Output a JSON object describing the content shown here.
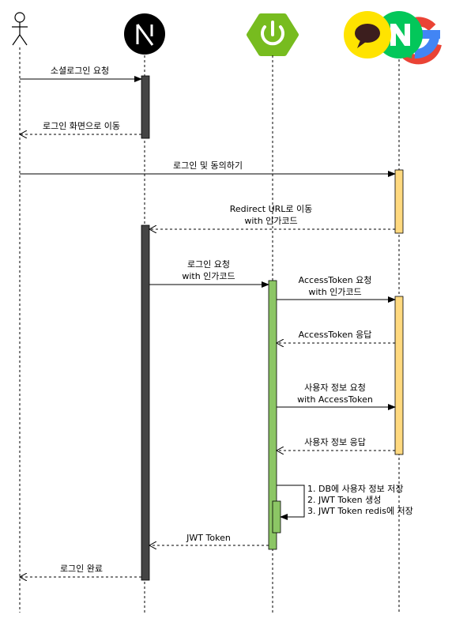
{
  "participants": [
    {
      "id": "user",
      "icon": "stick-figure-actor-icon"
    },
    {
      "id": "frontend",
      "icon": "nextjs-logo-icon"
    },
    {
      "id": "backend",
      "icon": "spring-power-logo-icon"
    },
    {
      "id": "oauth",
      "icon": "kakao-naver-google-logos-icon"
    }
  ],
  "colors": {
    "frontend_activation": "#444444",
    "backend_activation": "#8cc665",
    "oauth_activation": "#ffd97f",
    "kakao": "#ffe300",
    "naver": "#03c75a",
    "spring": "#77bc1f"
  },
  "messages": {
    "m1": "소셜로그인 요청",
    "m2": "로그인 화면으로 이동",
    "m3": "로그인 및 동의하기",
    "m4_line1": "Redirect URL로 이동",
    "m4_line2": "with 인가코드",
    "m5_line1": "로그인 요청",
    "m5_line2": "with 인가코드",
    "m6_line1": "AccessToken 요청",
    "m6_line2": "with 인가코드",
    "m7": "AccessToken 응답",
    "m8_line1": "사용자 정보 요청",
    "m8_line2": "with AccessToken",
    "m9": "사용자 정보 응답",
    "self_line1": "1. DB에 사용자 정보 저장",
    "self_line2": "2. JWT Token 생성",
    "self_line3": "3. JWT Token redis에 저장",
    "m10": "JWT Token",
    "m11": "로그인 완료"
  }
}
